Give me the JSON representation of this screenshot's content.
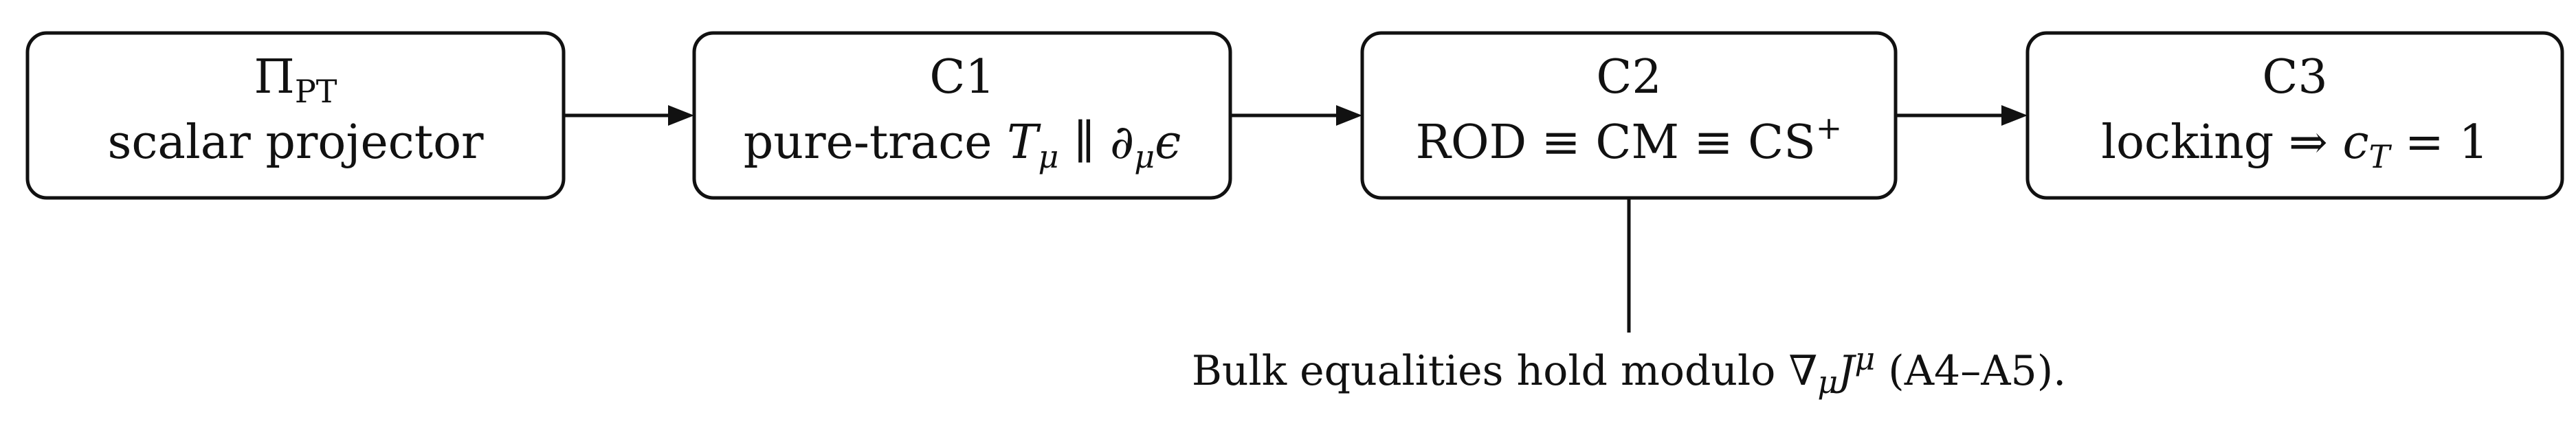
{
  "diagram": {
    "nodes": [
      {
        "id": "pi-pt",
        "title_main": "Π",
        "title_sub": "PT",
        "subtitle": "scalar projector"
      },
      {
        "id": "c1",
        "title": "C1",
        "subtitle_plain": "pure-trace ",
        "subtitle_math_1": "T",
        "subtitle_math_1_sub": "μ",
        "subtitle_symbol": " ∥ ",
        "subtitle_math_2": "∂",
        "subtitle_math_2_sub": "μ",
        "subtitle_math_3": "ϵ"
      },
      {
        "id": "c2",
        "title": "C2",
        "subtitle": "ROD ≡ CM ≡ CS",
        "subtitle_sup": "+"
      },
      {
        "id": "c3",
        "title": "C3",
        "subtitle_plain": "locking ⇒ ",
        "subtitle_math": "c",
        "subtitle_math_sub": "T",
        "subtitle_tail": " = 1"
      }
    ],
    "note": {
      "prefix": "Bulk equalities hold modulo ",
      "nabla": "∇",
      "nabla_sub": "μ",
      "current": "J",
      "current_sup": "μ",
      "suffix": " (A4–A5)."
    }
  }
}
